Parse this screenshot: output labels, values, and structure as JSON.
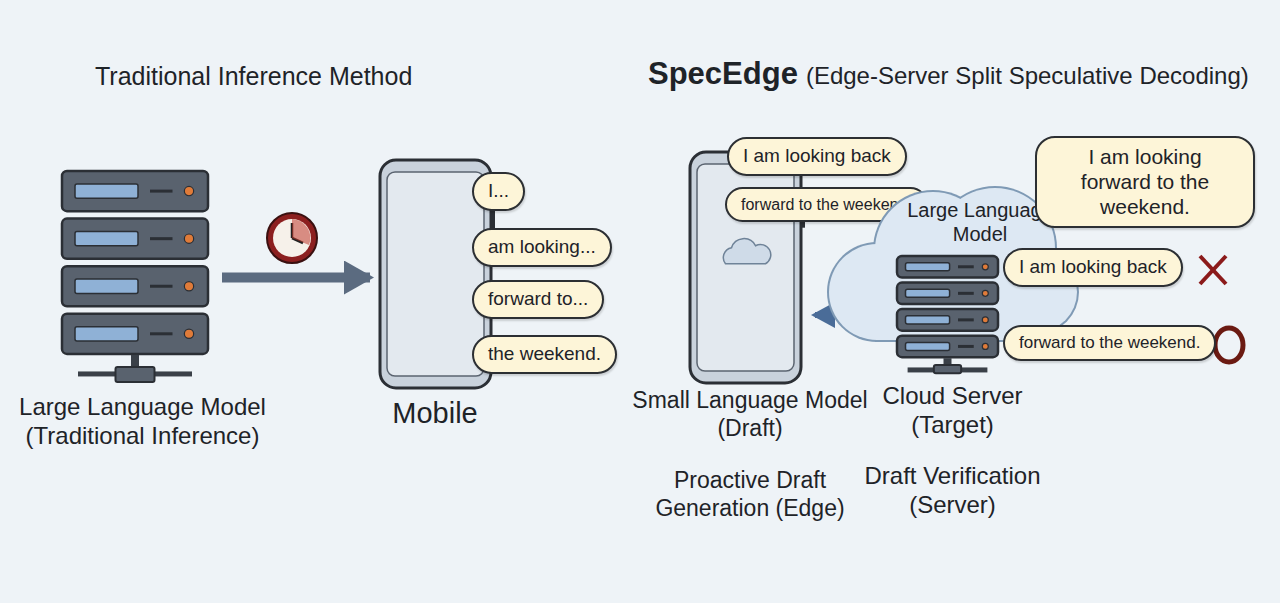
{
  "diagram": {
    "nodes": [
      {
        "text": [
          "Large Language Model (Traditional Inference)"
        ]
      },
      {
        "text": [
          "Mobile"
        ]
      },
      {
        "text": [
          "I..."
        ],
        "in": 1
      },
      {
        "text": [
          "am looking..."
        ],
        "in": 1
      },
      {
        "text": [
          "forward to..."
        ],
        "in": 1
      },
      {
        "text": [
          "the weekend."
        ],
        "in": 1
      },
      {
        "text": [
          "Small Language Model (Draft)",
          "Proactive Draft Generation (Edge)"
        ]
      },
      {
        "text": [
          "I am looking back"
        ],
        "in": 6
      },
      {
        "text": [
          "forward to the weekend."
        ],
        "in": 6
      },
      {
        "text": [
          "Large Language Model"
        ]
      },
      {
        "text": [
          "Cloud Server (Target)",
          "Draft Verification (Server)"
        ]
      },
      {
        "text": [
          "I am looking forward to the weekend."
        ]
      },
      {
        "text": [
          "I am looking back"
        ]
      },
      {
        "text": [
          "forward to the weekend."
        ]
      }
    ],
    "edges": [
      {
        "from": 0,
        "to": 1,
        "arrow": "to"
      },
      {
        "from": 6,
        "to": 10,
        "arrow": "both"
      }
    ],
    "labels": [
      "Traditional Inference Method",
      "SpecEdge",
      "(Edge-Server Split Speculative Decoding)"
    ]
  }
}
